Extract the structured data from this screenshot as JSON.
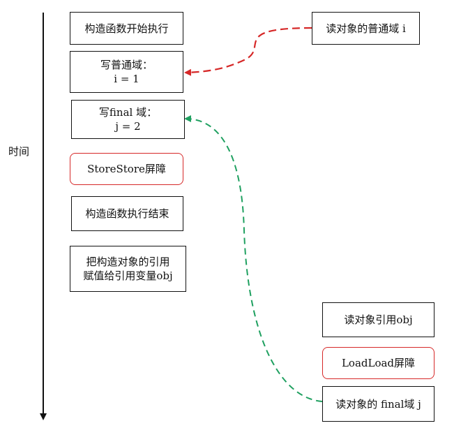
{
  "time_label": "时间",
  "left_boxes": [
    {
      "lines": [
        "构造函数开始执行"
      ],
      "style": "normal"
    },
    {
      "lines": [
        "写普通域：",
        "i = 1"
      ],
      "style": "normal"
    },
    {
      "lines": [
        "写final 域：",
        "j = 2"
      ],
      "style": "normal"
    },
    {
      "lines": [
        "StoreStore屏障"
      ],
      "style": "barrier"
    },
    {
      "lines": [
        "构造函数执行结束"
      ],
      "style": "normal"
    },
    {
      "lines": [
        "把构造对象的引用",
        "赋值给引用变量obj"
      ],
      "style": "normal"
    }
  ],
  "right_boxes": [
    {
      "lines": [
        "读对象的普通域 i"
      ],
      "style": "normal"
    },
    {
      "lines": [
        "读对象引用obj"
      ],
      "style": "normal"
    },
    {
      "lines": [
        "LoadLoad屏障"
      ],
      "style": "barrier"
    },
    {
      "lines": [
        "读对象的 final域 j"
      ],
      "style": "normal"
    }
  ],
  "colors": {
    "red_arrow": "#d62828",
    "green_arrow": "#1fa060",
    "barrier_border": "#d62828",
    "timeline": "#111111"
  }
}
